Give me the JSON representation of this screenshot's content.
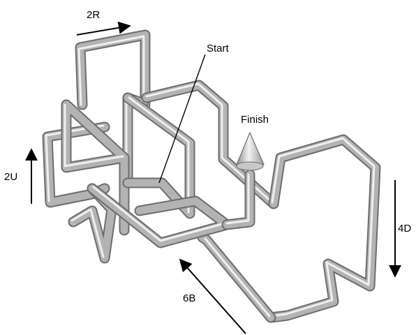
{
  "labels": {
    "start": "Start",
    "finish": "Finish",
    "right_move": "2R",
    "up_move": "2U",
    "down_move": "4D",
    "back_move": "6B"
  },
  "colors": {
    "tube": "#b3b3b3",
    "tube_edge": "#6d6d6d",
    "tube_highlight": "#efefef",
    "arrow": "#000000"
  }
}
